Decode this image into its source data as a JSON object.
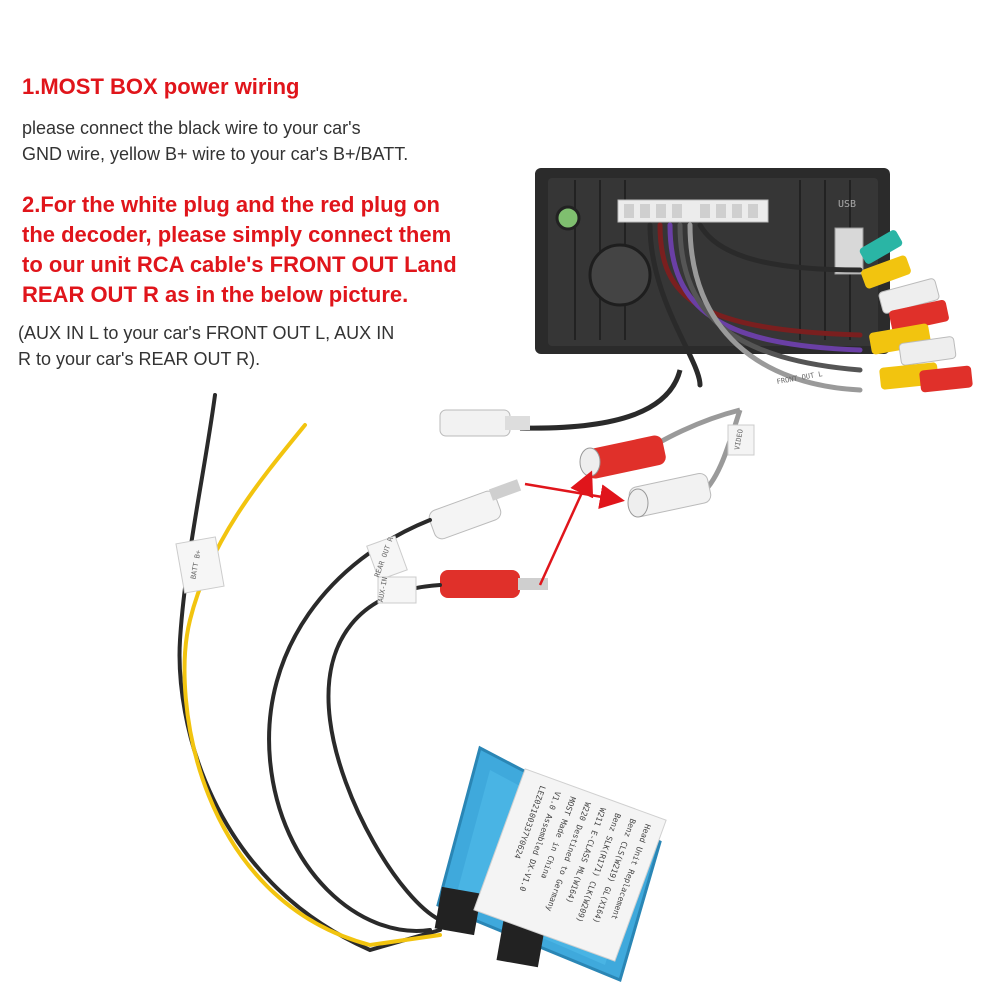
{
  "step1": {
    "heading": "1.MOST BOX power wiring",
    "lines": [
      "please connect the black wire to your car's",
      "GND wire, yellow B+ wire to your car's B+/BATT."
    ]
  },
  "step2": {
    "heading_lines": [
      "2.For the white plug and the red plug on",
      "the decoder, please simply connect them",
      "to our unit RCA cable's FRONT OUT Land",
      "REAR OUT R as in the below picture."
    ],
    "note_lines": [
      "(AUX IN L to your car's FRONT OUT L, AUX IN",
      " R to your car's REAR OUT R)."
    ]
  },
  "colors": {
    "heading_red": "#e0151b",
    "body_text": "#333333",
    "arrow_red": "#e0151b",
    "decoder_blue": "#3fa9dc",
    "head_unit_black": "#2b2b2b"
  },
  "photo": {
    "head_unit_label": "USB",
    "wire_labels": [
      "AUX-IN",
      "BATT B+",
      "REAR OUT R",
      "FRONT OUT L",
      "VIDEO"
    ],
    "decoder_sticker_lines": [
      "Head Unit Replacement",
      "Benz CLS(W219) GL(X164)",
      "Benz SLK(R171) CLK(W209)",
      "W211 E-CLASS  ML(W164)",
      "W220 Destined to Germany",
      "MOST   Made in China",
      "V1.0   Assembled DX-V1.0",
      "LEZ02100337Y0624"
    ]
  }
}
